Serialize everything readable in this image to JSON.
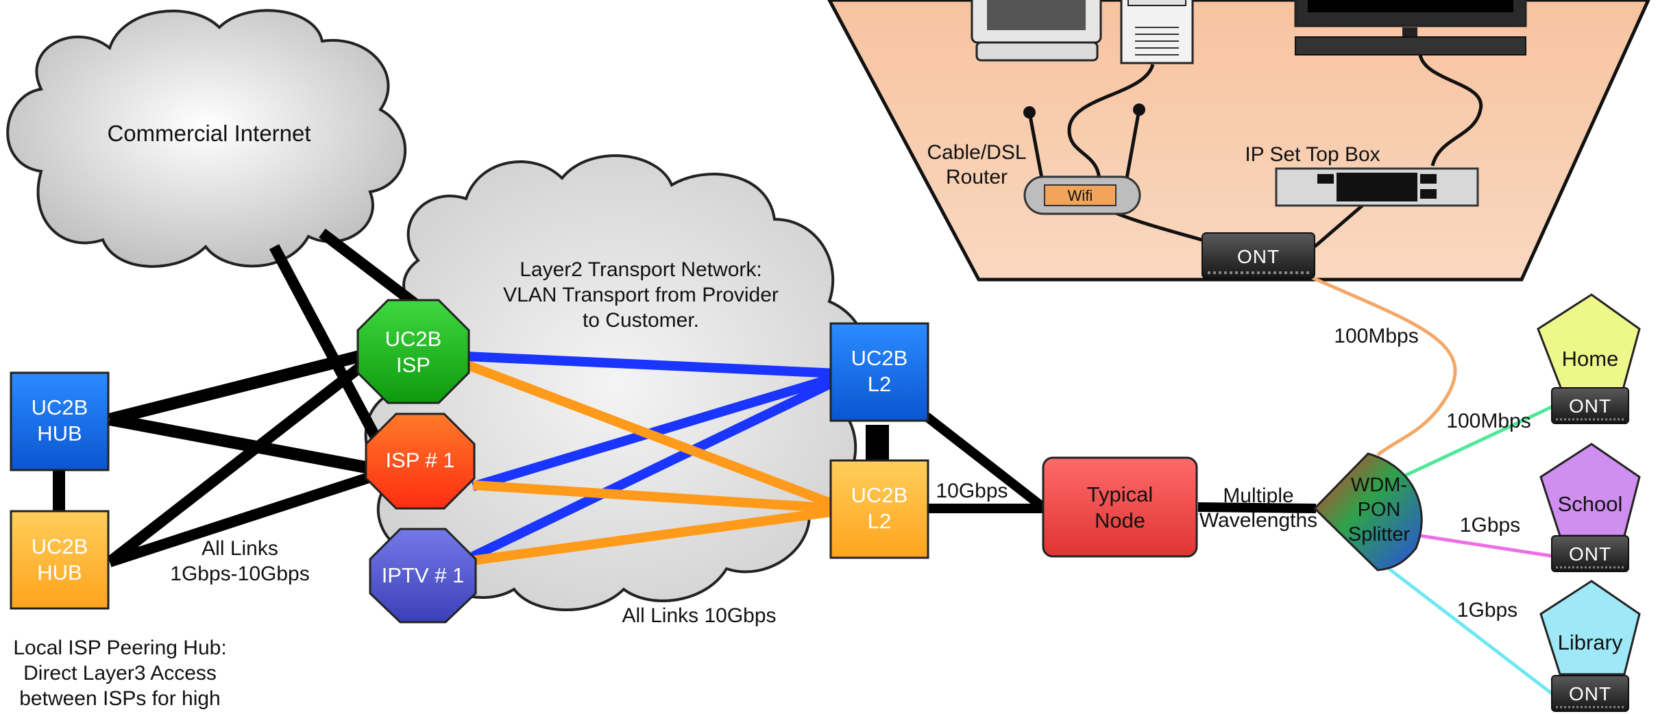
{
  "clouds": {
    "commercial_internet": "Commercial Internet",
    "layer2_title": [
      "Layer2 Transport Network:",
      "VLAN Transport from Provider",
      "to Customer."
    ],
    "layer2_links": "All Links 10Gbps"
  },
  "nodes": {
    "uc2b_isp": [
      "UC2B",
      "ISP"
    ],
    "isp1": "ISP # 1",
    "iptv1": "IPTV # 1",
    "uc2b_hub_blue": [
      "UC2B",
      "HUB"
    ],
    "uc2b_hub_orange": [
      "UC2B",
      "HUB"
    ],
    "uc2b_l2_blue": [
      "UC2B",
      "L2"
    ],
    "uc2b_l2_orange": [
      "UC2B",
      "L2"
    ],
    "typical_node": [
      "Typical",
      "Node"
    ],
    "splitter": [
      "WDM-",
      "PON",
      "Splitter"
    ],
    "home": "Home",
    "school": "School",
    "library": "Library"
  },
  "labels": {
    "all_links_hub": [
      "All Links",
      "1Gbps-10Gbps"
    ],
    "peering_note": [
      "Local ISP Peering Hub:",
      "Direct Layer3 Access",
      "between ISPs for high"
    ],
    "ten_gbps": "10Gbps",
    "multiple_wavelengths": [
      "Multiple",
      "Wavelengths"
    ],
    "rate_top": "100Mbps",
    "rate_home": "100Mbps",
    "rate_school": "1Gbps",
    "rate_library": "1Gbps",
    "router": [
      "Cable/DSL",
      "Router"
    ],
    "wifi": "Wifi",
    "set_top_box": "IP Set Top Box",
    "ont": "ONT"
  },
  "colors": {
    "blue_node": "#1a6fe8",
    "orange_node": "#ffb833",
    "green_node": "#1fb81f",
    "red_node": "#ff4d1a",
    "purple_node": "#5a5fd6",
    "typical_node": "#ec4545",
    "blue_link": "#1a35ff",
    "orange_link": "#ff9a1a",
    "house_fill": "#f7c7a3",
    "home_fill": "#eef78a",
    "school_fill": "#cf8ef0",
    "library_fill": "#9ee8f7",
    "link_green": "#4fe89a",
    "link_magenta": "#ee6ee8",
    "link_cyan": "#6ee8f2",
    "link_peach": "#f4a868"
  }
}
